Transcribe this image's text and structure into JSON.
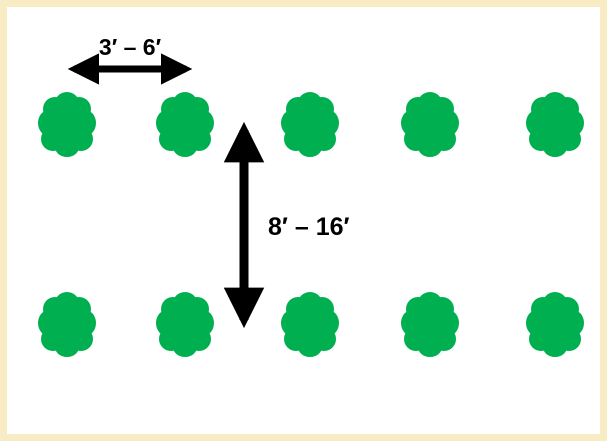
{
  "colors": {
    "page_border": "#f7ecc3",
    "background": "#ffffff",
    "plant": "#00b050",
    "arrow": "#000000"
  },
  "plants": {
    "icon": "shrub-icon",
    "rows": 2,
    "per_row": 5
  },
  "labels": {
    "in_row_spacing": "3′ – 6′",
    "between_row_spacing": "8′ – 16′"
  }
}
